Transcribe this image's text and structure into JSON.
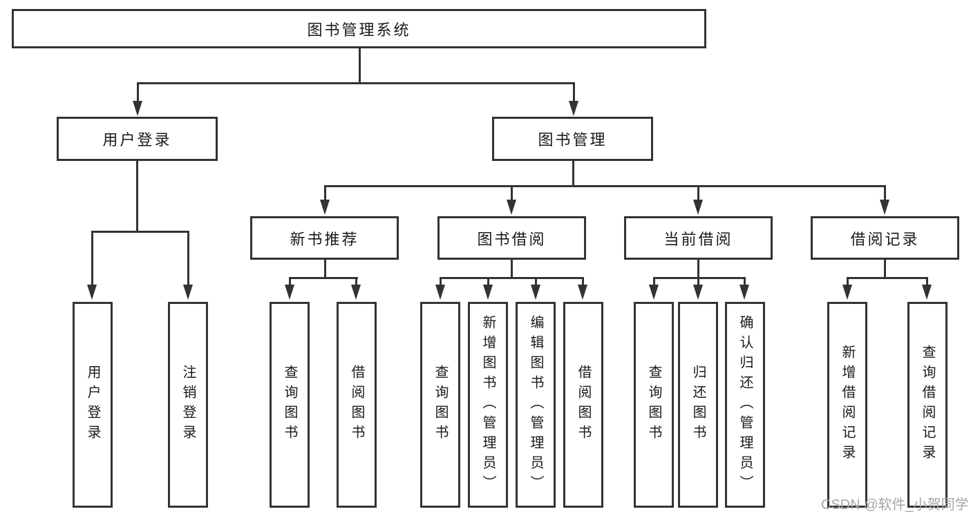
{
  "colors": {
    "line": "#333333",
    "text": "#1a1a1a",
    "background": "#ffffff",
    "watermark": "#a6a6ab"
  },
  "diagram": {
    "root": {
      "label": "图书管理系统"
    },
    "level2": [
      {
        "label": "用户登录"
      },
      {
        "label": "图书管理"
      }
    ],
    "level3": [
      {
        "label": "新书推荐"
      },
      {
        "label": "图书借阅"
      },
      {
        "label": "当前借阅"
      },
      {
        "label": "借阅记录"
      }
    ],
    "leaves": [
      {
        "label": "用户登录"
      },
      {
        "label": "注销登录"
      },
      {
        "label": "查询图书"
      },
      {
        "label": "借阅图书"
      },
      {
        "label": "查询图书"
      },
      {
        "label": "新增图书（管理员）"
      },
      {
        "label": "编辑图书（管理员）"
      },
      {
        "label": "借阅图书"
      },
      {
        "label": "查询图书"
      },
      {
        "label": "归还图书"
      },
      {
        "label": "确认归还（管理员）"
      },
      {
        "label": "新增借阅记录"
      },
      {
        "label": "查询借阅记录"
      }
    ]
  },
  "watermark": {
    "text": "CSDN @软件_小贺同学"
  }
}
